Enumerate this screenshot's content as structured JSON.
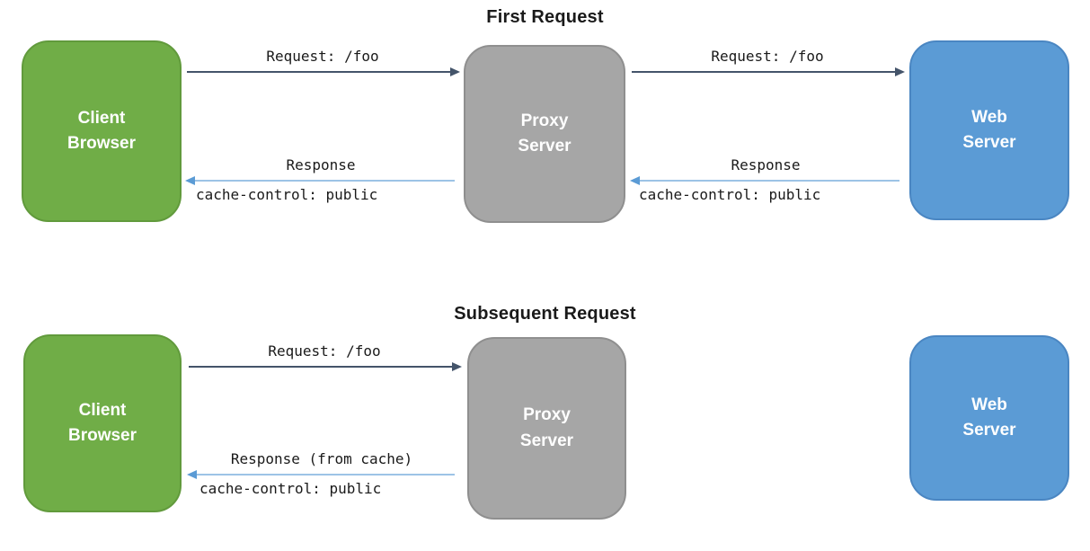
{
  "diagram": {
    "colors": {
      "client_node": "#70AD47",
      "proxy_node": "#A6A6A6",
      "web_node": "#5B9BD5",
      "request_arrow": "#44546A",
      "response_arrow_shaft": "#9DC3E6",
      "response_arrow_head": "#5B9BD5"
    },
    "sections": [
      {
        "title": "First Request",
        "nodes": [
          {
            "id": "client-browser",
            "label": "Client\nBrowser"
          },
          {
            "id": "proxy-server",
            "label": "Proxy\nServer"
          },
          {
            "id": "web-server",
            "label": "Web\nServer"
          }
        ],
        "flows": [
          {
            "label": "Request: /foo"
          },
          {
            "label": "Request: /foo"
          },
          {
            "label": "Response",
            "sublabel": "cache-control: public"
          },
          {
            "label": "Response",
            "sublabel": "cache-control: public"
          }
        ]
      },
      {
        "title": "Subsequent Request",
        "nodes": [
          {
            "id": "client-browser",
            "label": "Client\nBrowser"
          },
          {
            "id": "proxy-server",
            "label": "Proxy\nServer"
          },
          {
            "id": "web-server",
            "label": "Web\nServer"
          }
        ],
        "flows": [
          {
            "label": "Request: /foo"
          },
          {
            "label": "Response (from cache)",
            "sublabel": "cache-control: public"
          }
        ]
      }
    ]
  }
}
